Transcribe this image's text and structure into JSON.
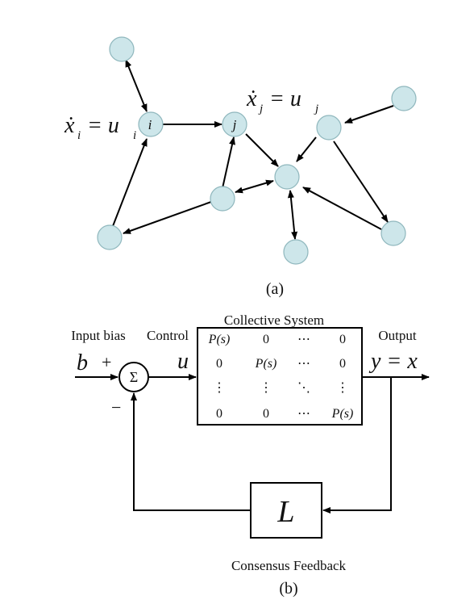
{
  "colors": {
    "node_fill": "#cde6ea",
    "node_stroke": "#8fb7bd",
    "line": "#000000",
    "background": "#ffffff"
  },
  "graph": {
    "eq_i_lhs": "ẋ",
    "eq_i_sub_x": "i",
    "eq_i_eq": "= u",
    "eq_i_sub_u": "i",
    "eq_j_lhs": "ẋ",
    "eq_j_sub_x": "j",
    "eq_j_eq": "= u",
    "eq_j_sub_u": "j",
    "node_i_label": "i",
    "node_j_label": "j",
    "caption": "(a)"
  },
  "block": {
    "system_title": "Collective System",
    "input_bias_label": "Input bias",
    "control_label": "Control",
    "output_label": "Output",
    "b": "b",
    "plus": "+",
    "minus": "−",
    "sum": "Σ",
    "u": "u",
    "y_eq_x": "y = x",
    "matrix": [
      [
        "P(s)",
        "0",
        "⋯",
        "0"
      ],
      [
        "0",
        "P(s)",
        "⋯",
        "0"
      ],
      [
        "⋮",
        "⋮",
        "⋱",
        "⋮"
      ],
      [
        "0",
        "0",
        "⋯",
        "P(s)"
      ]
    ],
    "L": "L",
    "feedback_label": "Consensus Feedback",
    "caption": "(b)"
  }
}
